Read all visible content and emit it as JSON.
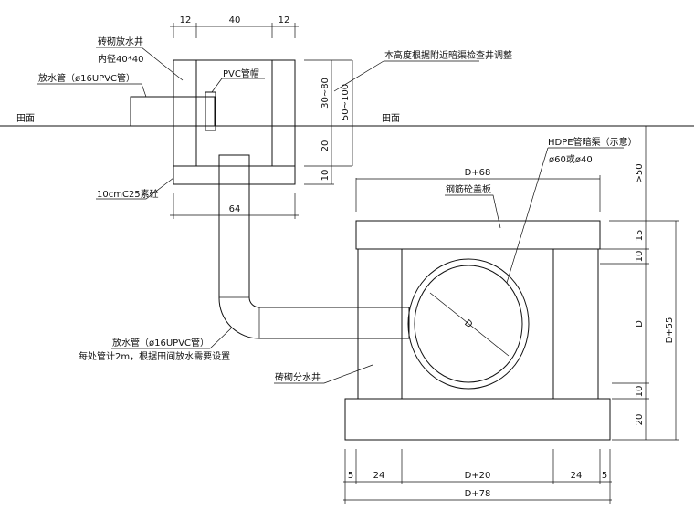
{
  "labels": {
    "small_well": "砖砌放水井",
    "small_well_size": "内径40*40",
    "drain_pipe_top": "放水管（ø16UPVC管）",
    "pvc_cap": "PVC管帽",
    "field_left": "田面",
    "field_right": "田面",
    "height_note": "本高度根据附近暗渠检查井调整",
    "base_concrete": "10cmC25素砼",
    "hdpe": "HDPE管暗渠（示意）",
    "hdpe_size": "ø60或ø40",
    "cover_slab": "钢筋砼盖板",
    "drain_pipe_bottom": "放水管（ø16UPVC管）",
    "drain_pipe_note": "每处管计2m，根据田间放水需要设置",
    "split_well": "砖砌分水井",
    "pipe_diameter": "D"
  },
  "dims": {
    "top_a": "12",
    "top_b": "40",
    "top_c": "12",
    "h_30_80": "30~80",
    "h_50_100": "50~100",
    "h_20": "20",
    "h_10": "10",
    "w_64": "64",
    "w_d68": "D+68",
    "h_gt50": ">50",
    "r_15": "15",
    "r_10a": "10",
    "r_d": "D",
    "r_10b": "10",
    "r_20": "20",
    "r_d55": "D+55",
    "b_5a": "5",
    "b_24a": "24",
    "b_d20": "D+20",
    "b_24b": "24",
    "b_5b": "5",
    "b_d78": "D+78"
  }
}
